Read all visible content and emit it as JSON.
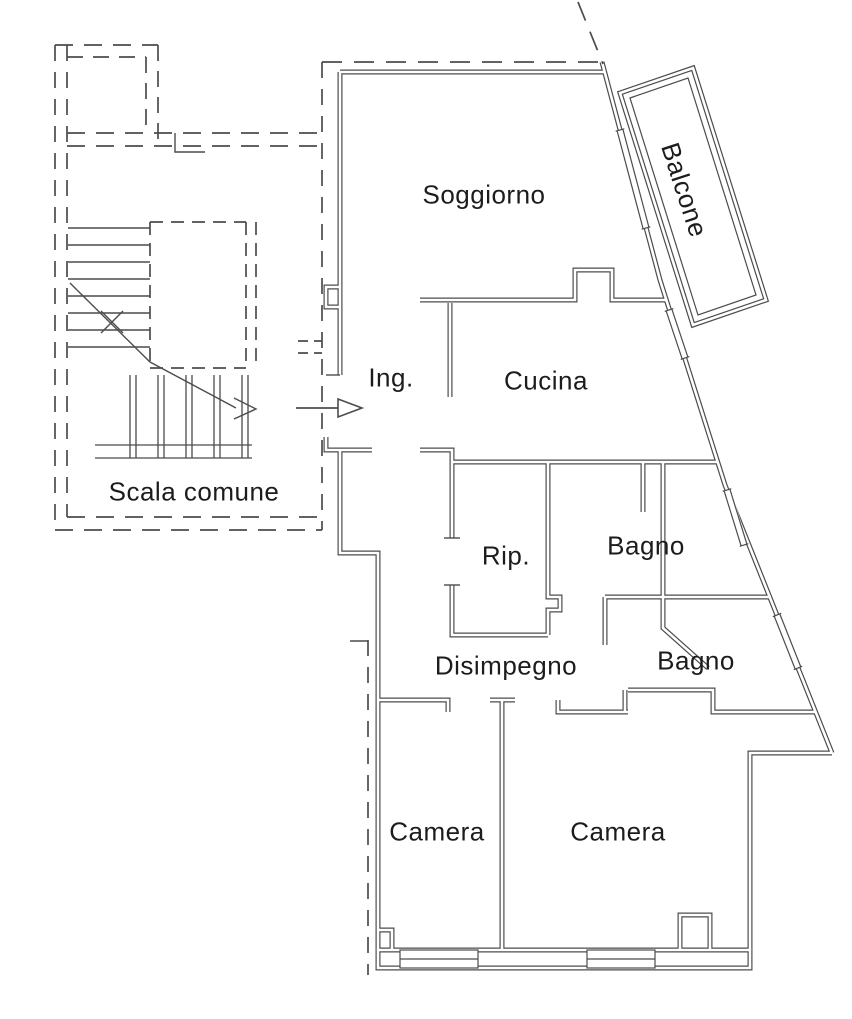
{
  "plan": {
    "type": "apartment-floor-plan",
    "rooms": [
      {
        "id": "soggiorno",
        "label": "Soggiorno"
      },
      {
        "id": "balcone",
        "label": "Balcone"
      },
      {
        "id": "ing",
        "label": "Ing."
      },
      {
        "id": "cucina",
        "label": "Cucina"
      },
      {
        "id": "rip",
        "label": "Rip."
      },
      {
        "id": "bagno1",
        "label": "Bagno"
      },
      {
        "id": "bagno2",
        "label": "Bagno"
      },
      {
        "id": "disimpegno",
        "label": "Disimpegno"
      },
      {
        "id": "camera1",
        "label": "Camera"
      },
      {
        "id": "camera2",
        "label": "Camera"
      },
      {
        "id": "scala",
        "label": "Scala comune"
      }
    ],
    "icons": [
      {
        "name": "entry-direction-arrow"
      },
      {
        "name": "stairs-direction-arrow"
      }
    ],
    "colors": {
      "wall": "#4c4c4c",
      "background": "#ffffff",
      "text": "#1c1c1c"
    }
  }
}
